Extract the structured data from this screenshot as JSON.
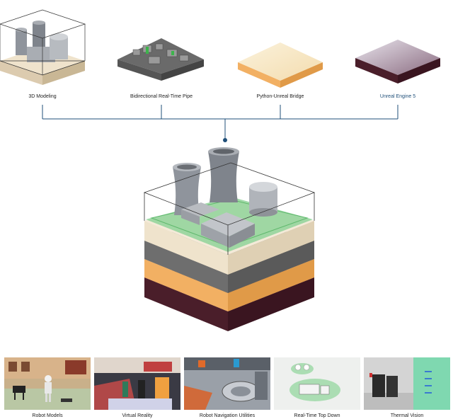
{
  "top_row": {
    "items": [
      {
        "label": "3D Modeling"
      },
      {
        "label": "Bidirectional Real-Time Pipe"
      },
      {
        "label": "Python-Unreal Bridge"
      },
      {
        "label": "Unreal Engine 5"
      }
    ]
  },
  "bottom_row": {
    "items": [
      {
        "label": "Robot Models"
      },
      {
        "label": "Virtual Reality"
      },
      {
        "label": "Robot Navigation Utilities"
      },
      {
        "label": "Real-Time Top Down"
      },
      {
        "label": "Thermal Vision"
      }
    ]
  },
  "colors": {
    "connector": "#1f4f79",
    "layer_cream": "#efe3cc",
    "layer_gray": "#6e6e6e",
    "layer_orange": "#f2b063",
    "layer_maroon": "#4a1e2a",
    "grass": "#8fd49a"
  }
}
